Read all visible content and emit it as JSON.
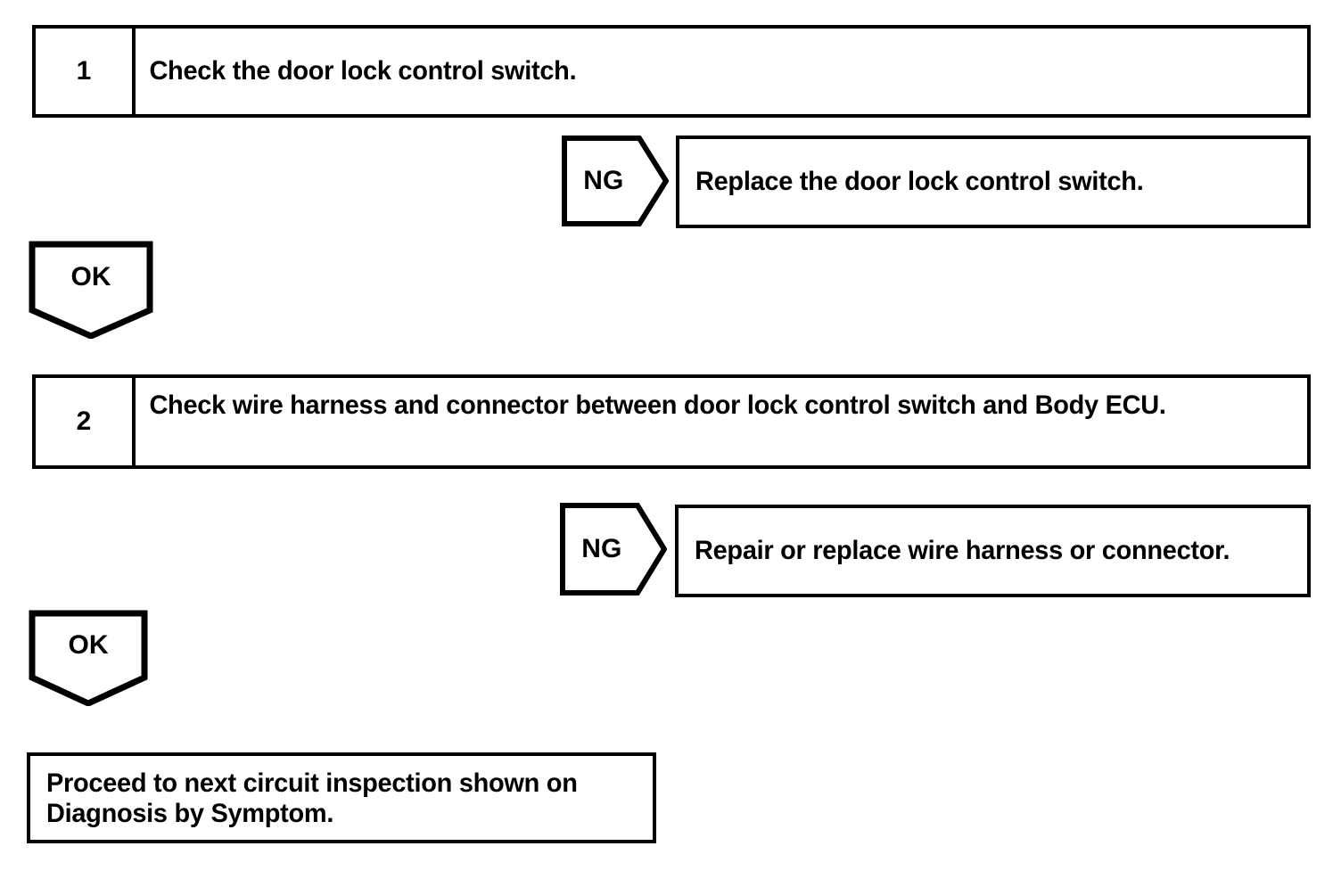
{
  "diagram": {
    "type": "troubleshooting-flowchart",
    "colors": {
      "stroke": "#000000",
      "background": "#ffffff",
      "text": "#000000"
    },
    "steps": [
      {
        "number": "1",
        "instruction": "Check the door lock control switch.",
        "ng": {
          "label": "NG",
          "action": "Replace the door lock control switch."
        },
        "ok": {
          "label": "OK"
        }
      },
      {
        "number": "2",
        "instruction": "Check wire harness and connector between door lock control switch and Body ECU.",
        "ng": {
          "label": "NG",
          "action": "Repair or replace wire harness or connector."
        },
        "ok": {
          "label": "OK"
        }
      }
    ],
    "final": {
      "text": "Proceed to next circuit inspection shown on Diagnosis by Symptom."
    }
  }
}
